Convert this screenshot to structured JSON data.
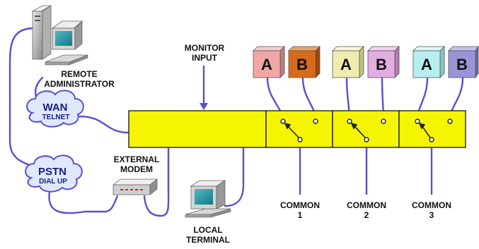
{
  "labels": {
    "monitor_input_1": "MONITOR",
    "monitor_input_2": "INPUT",
    "remote_admin_1": "REMOTE",
    "remote_admin_2": "ADMINISTRATOR",
    "external_modem_1": "EXTERNAL",
    "external_modem_2": "MODEM",
    "local_terminal_1": "LOCAL",
    "local_terminal_2": "TERMINAL"
  },
  "clouds": {
    "wan_line1": "WAN",
    "wan_line2": "TELNET",
    "pstn_line1": "PSTN",
    "pstn_line2": "DIAL UP"
  },
  "devices": [
    {
      "a": "A",
      "b": "B"
    },
    {
      "a": "A",
      "b": "B"
    },
    {
      "a": "A",
      "b": "B"
    }
  ],
  "commons": [
    {
      "word": "COMMON",
      "num": "1"
    },
    {
      "word": "COMMON",
      "num": "2"
    },
    {
      "word": "COMMON",
      "num": "3"
    }
  ],
  "colors": {
    "switch_box": "#f5f500",
    "wire": "#5a4fcf",
    "cloud_fill": "#dfe8ff",
    "box_a1": "#f2a6a6",
    "box_b1": "#d86a1c",
    "box_a2": "#f0ecb0",
    "box_b2": "#e2aee0",
    "box_a3": "#b8eef0",
    "box_b3": "#9a96d6"
  }
}
